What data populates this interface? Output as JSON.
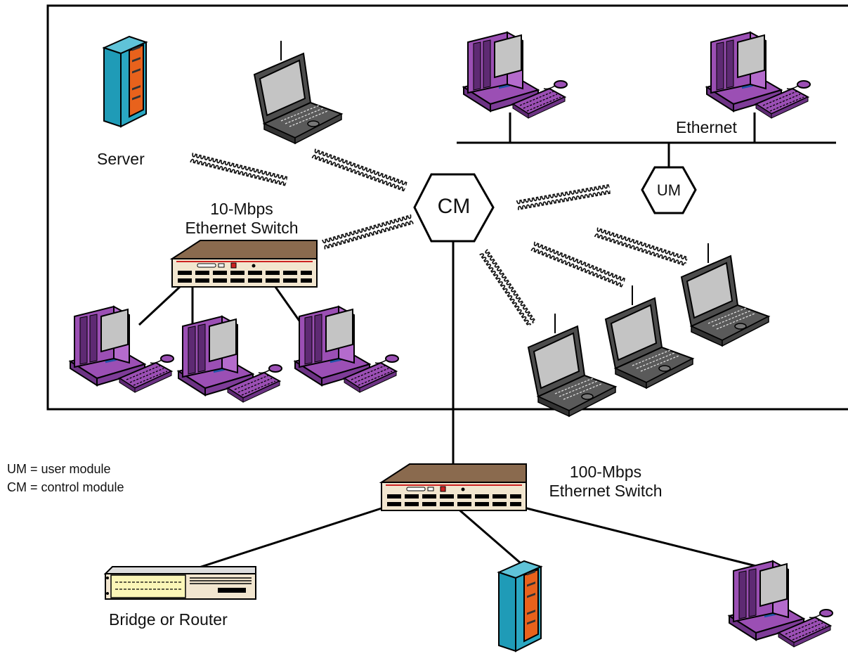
{
  "labels": {
    "server": "Server",
    "ethernet": "Ethernet",
    "switch10_line1": "10-Mbps",
    "switch10_line2": "Ethernet Switch",
    "switch100_line1": "100-Mbps",
    "switch100_line2": "Ethernet Switch",
    "bridge_router": "Bridge or Router",
    "cm": "CM",
    "um": "UM"
  },
  "legend": {
    "um": "UM = user module",
    "cm": "CM = control module"
  },
  "colors": {
    "pc": "#9b4fb4",
    "pc_dark": "#5e2a73",
    "laptop": "#4d4d4d",
    "screen": "#c4c4c4",
    "server_blue": "#1f9bb7",
    "server_orange": "#e8621c",
    "switch_top": "#8a6a4e",
    "switch_front": "#f2e6cf",
    "router_yellow": "#fbf6b8"
  }
}
